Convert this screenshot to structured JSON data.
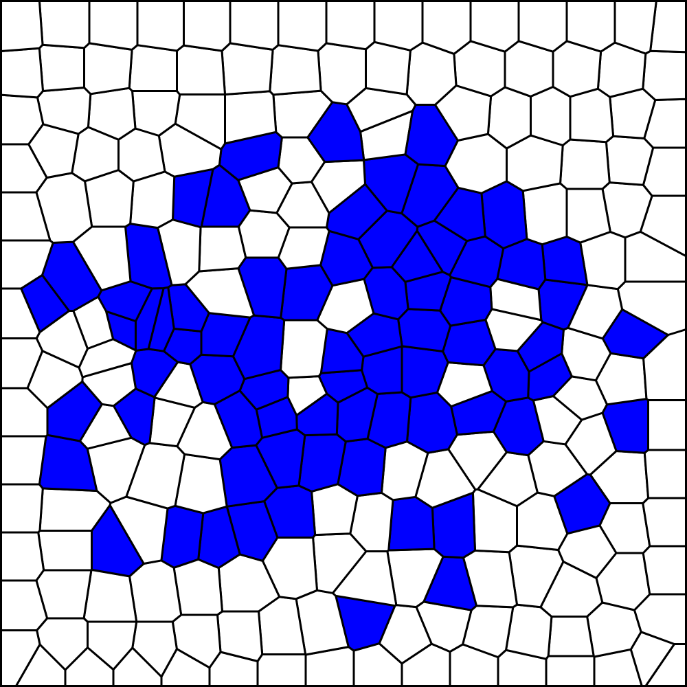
{
  "colors": {
    "filled": "#0000ff",
    "empty": "#ffffff",
    "edge": "#000000"
  },
  "board": {
    "tiling": "voronoi",
    "border": true,
    "cell_states": [
      "empty",
      "filled"
    ]
  }
}
